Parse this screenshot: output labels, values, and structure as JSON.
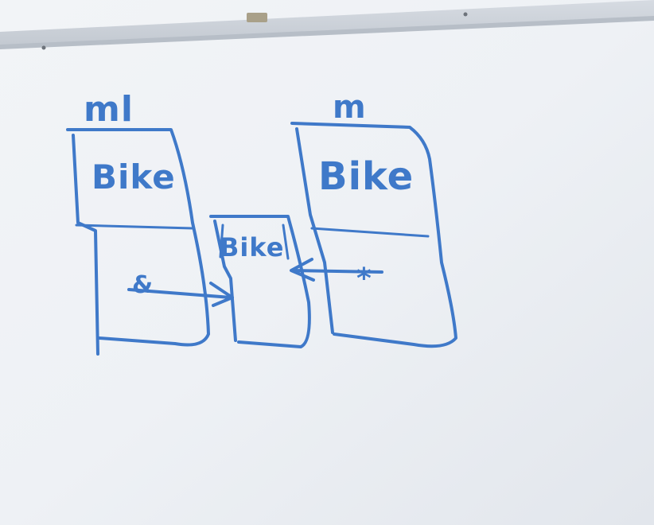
{
  "whiteboard": {
    "left_label": "ml",
    "right_label": "m",
    "left_box_text": "Bike",
    "middle_box_text": "Bike",
    "right_box_text": "Bike",
    "left_pointer_mark": "&",
    "right_pointer_mark": "*"
  },
  "colors": {
    "ink": "#3f79c9",
    "board": "#eef1f5",
    "frame": "#c9ced6"
  }
}
